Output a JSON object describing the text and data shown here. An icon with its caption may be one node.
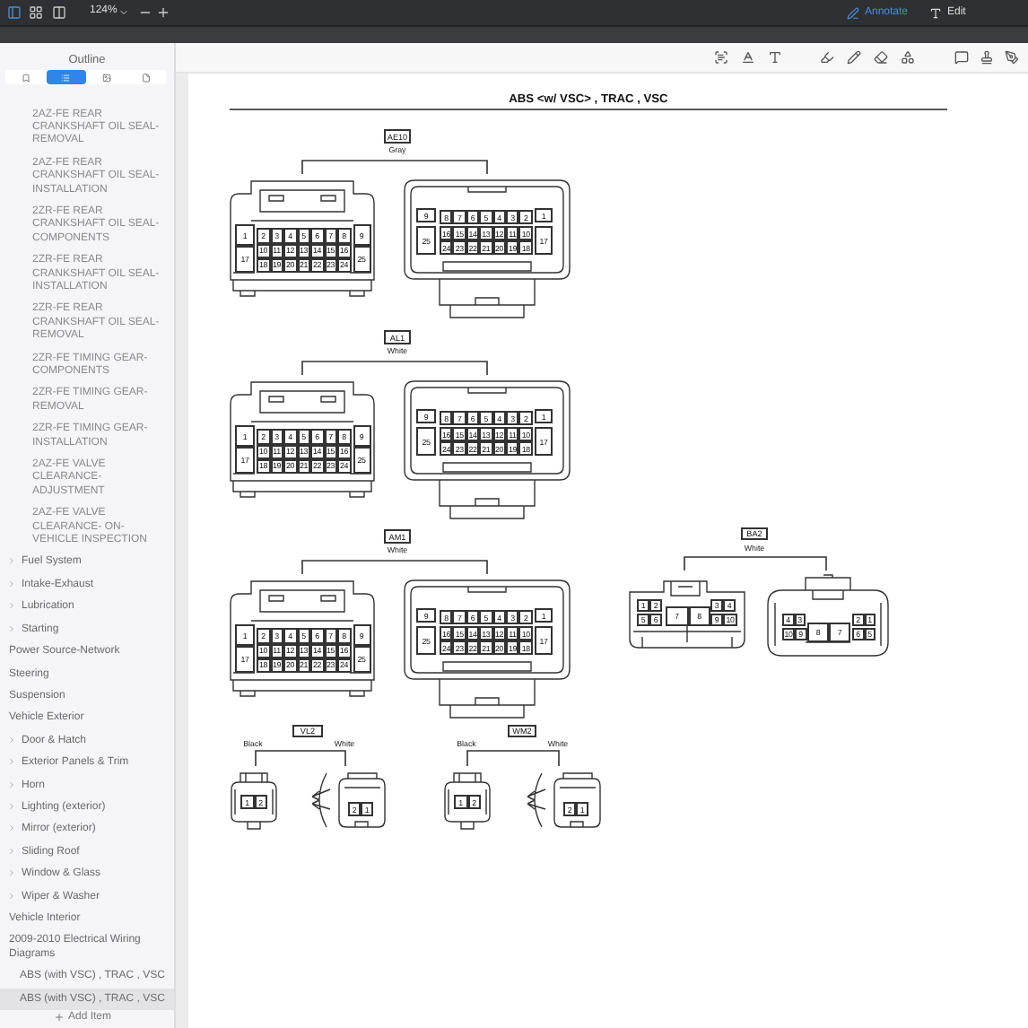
{
  "diagram": {
    "title": "ABS <w/ VSC> , TRAC , VSC",
    "nodes": [
      {
        "text": [
          "AE10"
        ],
        "beside": [
          "Gray"
        ]
      },
      {
        "text": [
          "1",
          "2",
          "3",
          "4",
          "5",
          "6",
          "7",
          "8",
          "9",
          "17",
          "10",
          "11",
          "12",
          "13",
          "14",
          "15",
          "16",
          "25",
          "18",
          "19",
          "20",
          "21",
          "22",
          "23",
          "24"
        ]
      },
      {
        "text": [
          "9",
          "8",
          "7",
          "6",
          "5",
          "4",
          "3",
          "2",
          "1",
          "25",
          "16",
          "15",
          "14",
          "13",
          "12",
          "11",
          "10",
          "17",
          "24",
          "23",
          "22",
          "21",
          "20",
          "19",
          "18"
        ]
      },
      {
        "text": [
          "AL1"
        ],
        "beside": [
          "White"
        ]
      },
      {
        "text": [
          "1",
          "2",
          "3",
          "4",
          "5",
          "6",
          "7",
          "8",
          "9",
          "17",
          "10",
          "11",
          "12",
          "13",
          "14",
          "15",
          "16",
          "25",
          "18",
          "19",
          "20",
          "21",
          "22",
          "23",
          "24"
        ]
      },
      {
        "text": [
          "9",
          "8",
          "7",
          "6",
          "5",
          "4",
          "3",
          "2",
          "1",
          "25",
          "16",
          "15",
          "14",
          "13",
          "12",
          "11",
          "10",
          "17",
          "24",
          "23",
          "22",
          "21",
          "20",
          "19",
          "18"
        ]
      },
      {
        "text": [
          "AM1"
        ],
        "beside": [
          "White"
        ]
      },
      {
        "text": [
          "1",
          "2",
          "3",
          "4",
          "5",
          "6",
          "7",
          "8",
          "9",
          "17",
          "10",
          "11",
          "12",
          "13",
          "14",
          "15",
          "16",
          "25",
          "18",
          "19",
          "20",
          "21",
          "22",
          "23",
          "24"
        ]
      },
      {
        "text": [
          "9",
          "8",
          "7",
          "6",
          "5",
          "4",
          "3",
          "2",
          "1",
          "25",
          "16",
          "15",
          "14",
          "13",
          "12",
          "11",
          "10",
          "17",
          "24",
          "23",
          "22",
          "21",
          "20",
          "19",
          "18"
        ]
      },
      {
        "text": [
          "BA2"
        ],
        "beside": [
          "White"
        ]
      },
      {
        "text": [
          "1",
          "2",
          "3",
          "4",
          "5",
          "6",
          "7",
          "8",
          "9",
          "10"
        ]
      },
      {
        "text": [
          "4",
          "3",
          "2",
          "1",
          "10",
          "9",
          "8",
          "7",
          "6",
          "5"
        ]
      },
      {
        "text": [
          "VL2"
        ]
      },
      {
        "text": [
          "1",
          "2"
        ]
      },
      {
        "text": [
          "2",
          "1"
        ]
      },
      {
        "text": [
          "WM2"
        ]
      },
      {
        "text": [
          "1",
          "2"
        ]
      },
      {
        "text": [
          "2",
          "1"
        ]
      }
    ],
    "labels": [
      "124%",
      "Annotate",
      "Edit",
      "Outline",
      "2AZ-FE REAR CRANKSHAFT OIL SEAL-REMOVAL",
      "2AZ-FE REAR CRANKSHAFT OIL SEAL-INSTALLATION",
      "2ZR-FE REAR CRANKSHAFT OIL SEAL-COMPONENTS",
      "2ZR-FE REAR CRANKSHAFT OIL SEAL-INSTALLATION",
      "2ZR-FE REAR CRANKSHAFT OIL SEAL-REMOVAL",
      "2ZR-FE TIMING GEAR-COMPONENTS",
      "2ZR-FE TIMING GEAR-REMOVAL",
      "2ZR-FE TIMING GEAR-INSTALLATION",
      "2AZ-FE VALVE CLEARANCE-ADJUSTMENT",
      "2AZ-FE VALVE CLEARANCE- ON-VEHICLE INSPECTION",
      "Fuel System",
      "Intake-Exhaust",
      "Lubrication",
      "Starting",
      "Power Source-Network",
      "Steering",
      "Suspension",
      "Vehicle Exterior",
      "Door & Hatch",
      "Exterior Panels & Trim",
      "Horn",
      "Lighting (exterior)",
      "Mirror (exterior)",
      "Sliding Roof",
      "Window & Glass",
      "Wiper & Washer",
      "Vehicle Interior",
      "2009-2010 Electrical Wiring Diagrams",
      "ABS (with VSC) , TRAC , VSC",
      "ABS (with VSC) , TRAC , VSC",
      "Add Item",
      "Black",
      "White",
      "Black",
      "White"
    ]
  }
}
